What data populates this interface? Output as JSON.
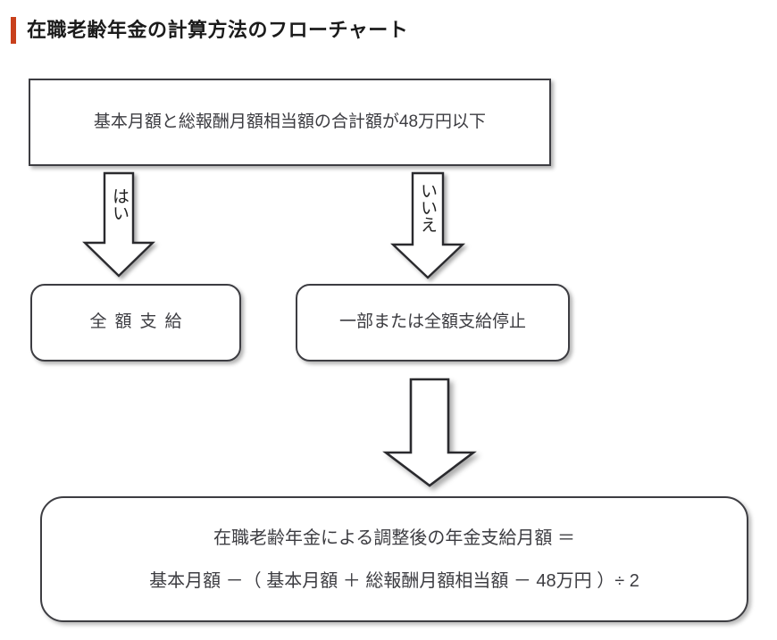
{
  "page": {
    "title": "在職老齢年金の計算方法のフローチャート",
    "accent_color": "#c9401c",
    "border_color": "#3d3d42",
    "text_color": "#3c3c41",
    "background": "#ffffff"
  },
  "flowchart": {
    "condition": {
      "label": "基本月額と総報酬月額相当額の合計額が48万円以下",
      "shape": "rectangle"
    },
    "branches": [
      {
        "label": "はい",
        "target": "全額支給"
      },
      {
        "label": "いいえ",
        "target": "一部または全額支給停止"
      }
    ],
    "outcomes": [
      {
        "label": "全額支給",
        "shape": "rounded-rectangle"
      },
      {
        "label": "一部または全額支給停止",
        "shape": "rounded-rectangle"
      }
    ],
    "formula": {
      "line1": "在職老齢年金による調整後の年金支給月額 ＝",
      "line2": "基本月額 －（ 基本月額 ＋ 総報酬月額相当額 － 48万円 ）÷ 2",
      "shape": "rounded-rectangle"
    }
  },
  "icons": {
    "arrow_down": "block-arrow-down"
  }
}
